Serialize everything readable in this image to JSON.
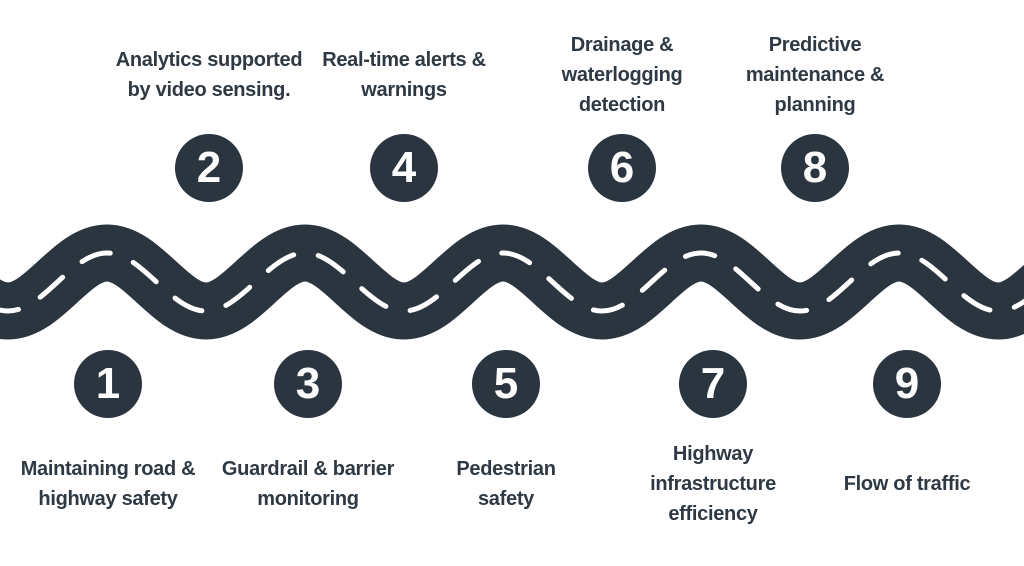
{
  "theme": {
    "background_color": "#ffffff",
    "ink_color": "#2f3943",
    "road_asphalt_color": "#2b3540",
    "road_lane_line_color": "#ffffff",
    "badge_color": "#2b3540",
    "badge_number_color": "#fdfdfd"
  },
  "road": {
    "description": "winding-road-divider"
  },
  "steps_above_road": [
    {
      "number": "2",
      "label": "Analytics supported\nby video sensing."
    },
    {
      "number": "4",
      "label": "Real-time alerts &\nwarnings"
    },
    {
      "number": "6",
      "label": "Drainage &\nwaterlogging\ndetection"
    },
    {
      "number": "8",
      "label": "Predictive\nmaintenance &\nplanning"
    }
  ],
  "steps_below_road": [
    {
      "number": "1",
      "label": "Maintaining road &\nhighway safety"
    },
    {
      "number": "3",
      "label": "Guardrail & barrier\nmonitoring"
    },
    {
      "number": "5",
      "label": "Pedestrian\nsafety"
    },
    {
      "number": "7",
      "label": "Highway\ninfrastructure\nefficiency"
    },
    {
      "number": "9",
      "label": "Flow of traffic"
    }
  ]
}
